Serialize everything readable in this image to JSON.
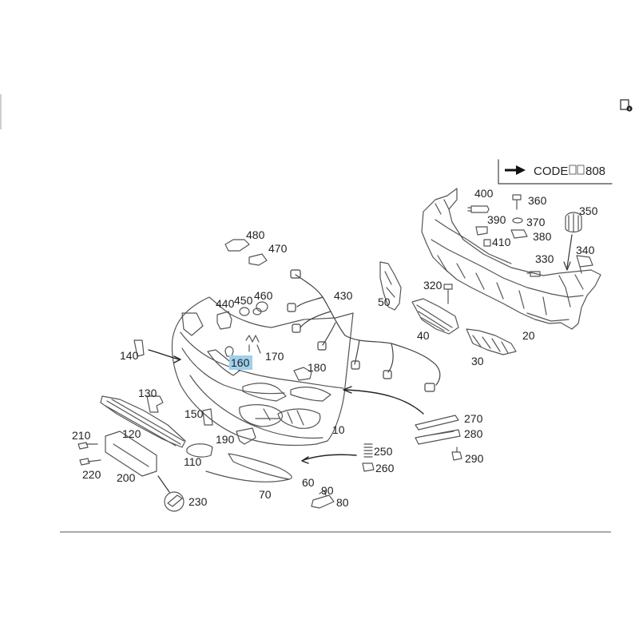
{
  "colors": {
    "highlight": "#9fd0ec",
    "line": "#333333",
    "part_stroke": "#555555"
  },
  "code_box": {
    "label": "CODE",
    "value": "808"
  },
  "info_icon": "document-info-icon",
  "highlighted_part": "160",
  "parts": {
    "p10": "10",
    "p20": "20",
    "p30": "30",
    "p40": "40",
    "p50": "50",
    "p60": "60",
    "p70": "70",
    "p80": "80",
    "p90": "90",
    "p110": "110",
    "p120": "120",
    "p130": "130",
    "p140": "140",
    "p150": "150",
    "p160": "160",
    "p170": "170",
    "p180": "180",
    "p190": "190",
    "p200": "200",
    "p210": "210",
    "p220": "220",
    "p230": "230",
    "p250": "250",
    "p260": "260",
    "p270": "270",
    "p280": "280",
    "p290": "290",
    "p320": "320",
    "p330": "330",
    "p340": "340",
    "p350": "350",
    "p360": "360",
    "p370": "370",
    "p380": "380",
    "p390": "390",
    "p400": "400",
    "p410": "410",
    "p430": "430",
    "p440": "440",
    "p450": "450",
    "p460": "460",
    "p470": "470",
    "p480": "480"
  }
}
